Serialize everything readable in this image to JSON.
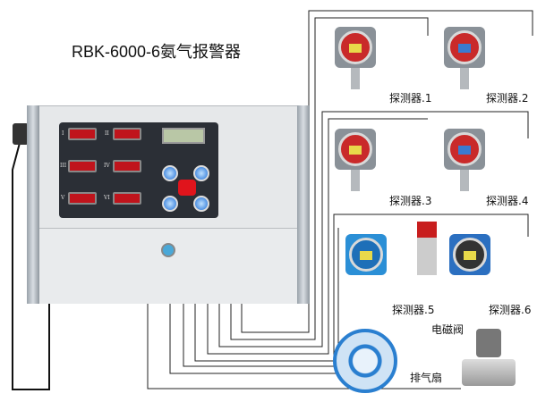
{
  "title": "RBK-6000-6氨气报警器",
  "detectors": [
    "探测器.1",
    "探测器.2",
    "探测器.3",
    "探测器.4",
    "探测器.5",
    "探测器.6"
  ],
  "valve_label": "电磁阀",
  "fan_label": "排气扇",
  "panel_roman": [
    "I",
    "II",
    "III",
    "IV",
    "V",
    "VI"
  ],
  "colors": {
    "display": "#c0141c",
    "lcd": "#b9c7a6",
    "knob": "#1f6fd6",
    "wire": "#222222"
  }
}
